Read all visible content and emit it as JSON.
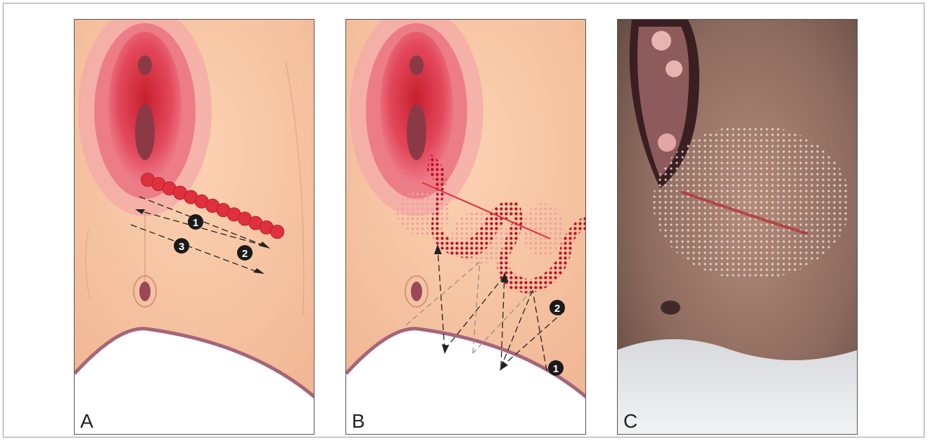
{
  "figure": {
    "panels": [
      {
        "id": "A",
        "label": "A",
        "step_numbers": [
          "1",
          "2",
          "3"
        ]
      },
      {
        "id": "B",
        "label": "B",
        "step_numbers": [
          "1",
          "2"
        ]
      },
      {
        "id": "C",
        "label": "C"
      }
    ]
  },
  "colors": {
    "skin": "#f6c6a3",
    "mucosa": "#e2485a",
    "laser_red": "#e0303e",
    "arrow": "#222222",
    "frame_border": "#555555"
  }
}
